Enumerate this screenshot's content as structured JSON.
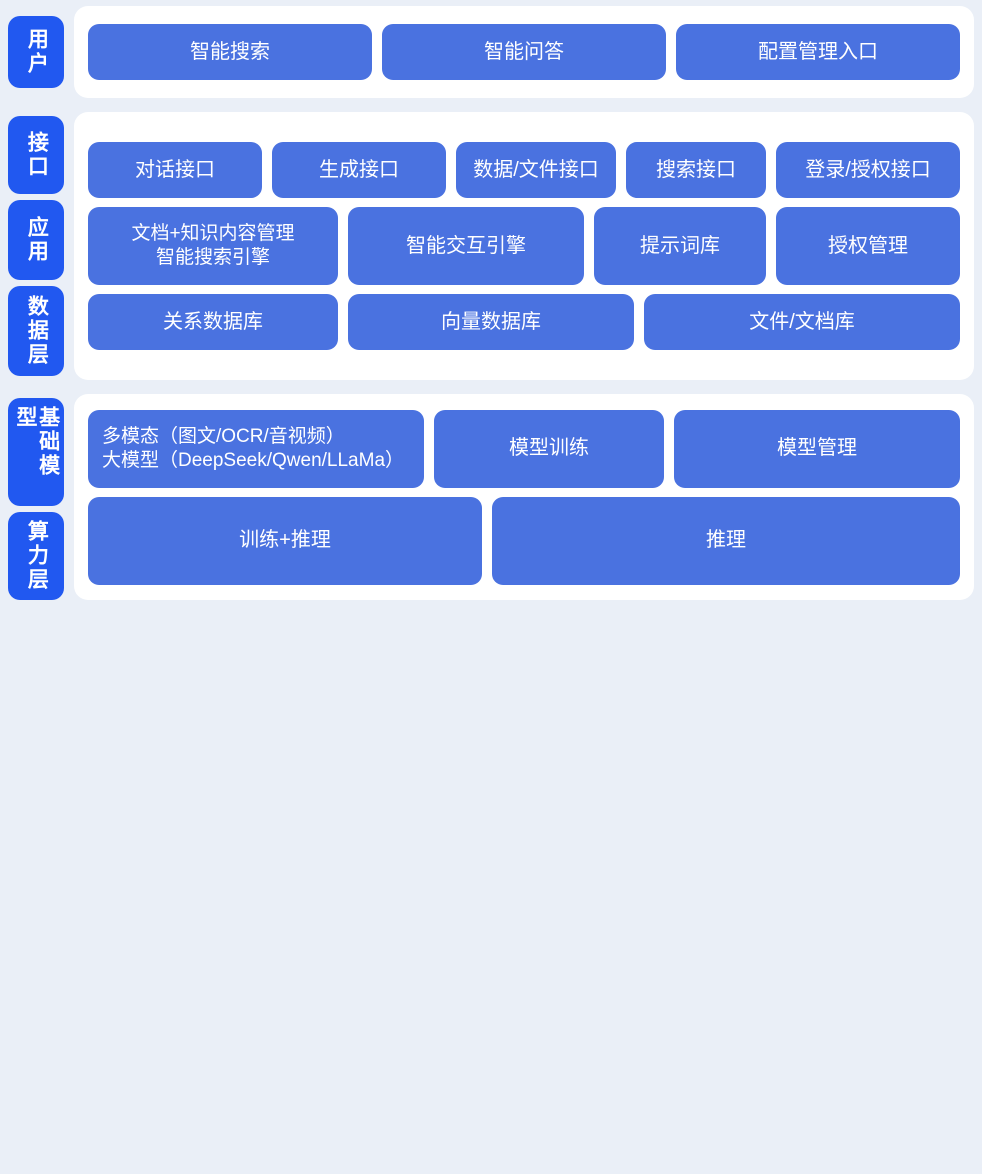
{
  "colors": {
    "page_background": "#eaeff7",
    "panel_background": "#ffffff",
    "side_tab_blue": "#2158f0",
    "box_blue": "#4a72e0",
    "text_on_blue": "#ffffff"
  },
  "bands": [
    {
      "id": "user",
      "tabs": [
        {
          "label": "用户"
        }
      ],
      "rows": [
        {
          "id": "user-row",
          "boxes": [
            {
              "label": "智能搜索"
            },
            {
              "label": "智能问答"
            },
            {
              "label": "配置管理入口"
            }
          ]
        }
      ]
    },
    {
      "id": "middle",
      "tabs": [
        {
          "label": "接口"
        },
        {
          "label": "应用"
        },
        {
          "label": "数据层"
        }
      ],
      "rows": [
        {
          "id": "interface-row",
          "boxes": [
            {
              "label": "对话接口"
            },
            {
              "label": "生成接口"
            },
            {
              "label": "数据/文件接口"
            },
            {
              "label": "搜索接口"
            },
            {
              "label": "登录/授权接口"
            }
          ]
        },
        {
          "id": "application-row",
          "boxes": [
            {
              "label": "文档+知识内容管理\n智能搜索引擎"
            },
            {
              "label": "智能交互引擎"
            },
            {
              "label": "提示词库"
            },
            {
              "label": "授权管理"
            }
          ]
        },
        {
          "id": "data-row",
          "boxes": [
            {
              "label": "关系数据库"
            },
            {
              "label": "向量数据库"
            },
            {
              "label": "文件/文档库"
            }
          ]
        }
      ]
    },
    {
      "id": "base",
      "tabs": [
        {
          "label": "基础模型"
        },
        {
          "label": "算力层"
        }
      ],
      "rows": [
        {
          "id": "model-row",
          "boxes": [
            {
              "label": "多模态（图文/OCR/音视频）\n大模型（DeepSeek/Qwen/LLaMa）"
            },
            {
              "label": "模型训练"
            },
            {
              "label": "模型管理"
            }
          ]
        },
        {
          "id": "compute-row",
          "boxes": [
            {
              "label": "训练+推理"
            },
            {
              "label": "推理"
            }
          ]
        }
      ]
    }
  ]
}
